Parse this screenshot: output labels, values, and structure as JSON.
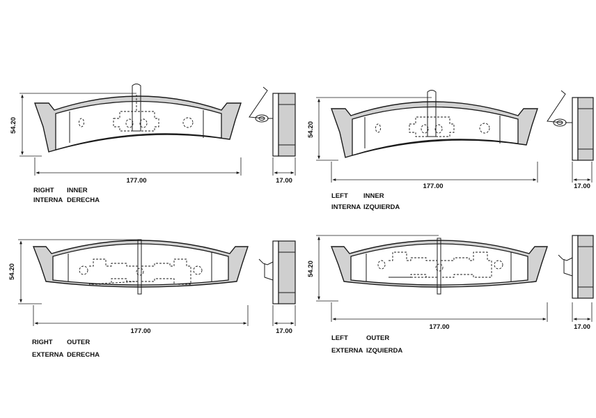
{
  "views": [
    {
      "id": "right-inner",
      "label_line1": [
        "RIGHT",
        "INNER"
      ],
      "label_line2": [
        "INTERNA",
        "DERECHA"
      ],
      "width_dim": "177.00",
      "height_dim": "54.20",
      "thickness_dim": "17.00"
    },
    {
      "id": "left-inner",
      "label_line1": [
        "LEFT",
        "INNER"
      ],
      "label_line2": [
        "INTERNA",
        "IZQUIERDA"
      ],
      "width_dim": "177.00",
      "height_dim": "54.20",
      "thickness_dim": "17.00"
    },
    {
      "id": "right-outer",
      "label_line1": [
        "RIGHT",
        "OUTER"
      ],
      "label_line2": [
        "EXTERNA",
        "DERECHA"
      ],
      "width_dim": "177.00",
      "height_dim": "54.20",
      "thickness_dim": "17.00"
    },
    {
      "id": "left-outer",
      "label_line1": [
        "LEFT",
        "OUTER"
      ],
      "label_line2": [
        "EXTERNA",
        "IZQUIERDA"
      ],
      "width_dim": "177.00",
      "height_dim": "54.20",
      "thickness_dim": "17.00"
    }
  ]
}
